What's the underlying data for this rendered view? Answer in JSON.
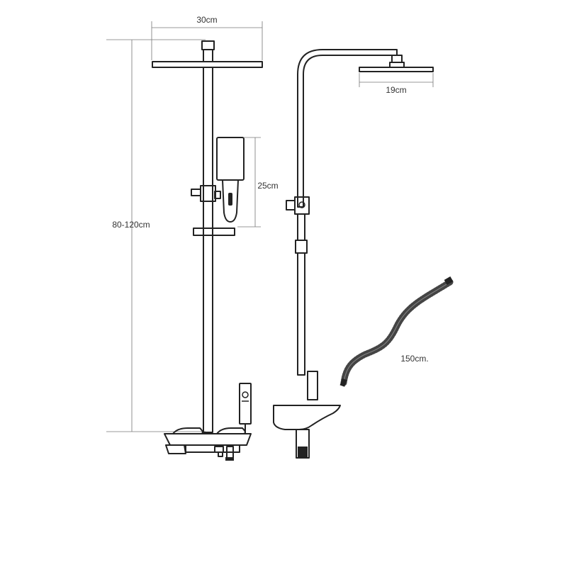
{
  "labels": {
    "overhead_width": "30cm",
    "height_range": "80-120cm",
    "handheld_length": "25cm",
    "side_head_width": "19cm",
    "hose_length": "150cm."
  },
  "colors": {
    "ink": "#222222",
    "dimension_line": "#777777",
    "background": "#ffffff"
  }
}
